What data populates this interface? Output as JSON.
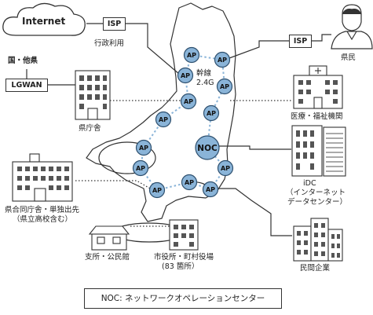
{
  "labels": {
    "internet": "Internet",
    "isp_left": "ISP",
    "admin_use": "行政利用",
    "national_pref": "国・他県",
    "lgwan": "LGWAN",
    "pref_office": "県庁舎",
    "trunk": "幹線",
    "trunk_speed": "2.4G",
    "isp_right": "ISP",
    "citizen": "県民",
    "medical": "医療・福祉機関",
    "noc": "NOC",
    "idc": "iDC",
    "idc_sub1": "（インターネット",
    "idc_sub2": "データセンター）",
    "joint_office1": "県合同庁舎・単独出先",
    "joint_office2": "（県立高校含む）",
    "branch": "支所・公民館",
    "city_office1": "市役所・町村役場",
    "city_office2": "(83 箇所）",
    "private": "民間企業",
    "legend": "NOC: ネットワークオペレーションセンター"
  },
  "ap_label": "AP",
  "colors": {
    "node_fill": "#8ab4d8",
    "node_stroke": "#2d4f6e",
    "ring": "#8ab4d8",
    "outline": "#444444"
  },
  "icons": [
    "cloud-icon",
    "person-icon",
    "hospital-icon",
    "office-building-icon",
    "datacenter-icon",
    "house-icon"
  ]
}
